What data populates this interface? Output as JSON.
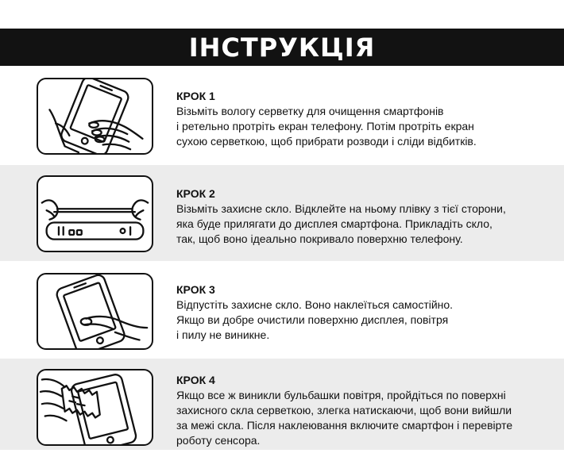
{
  "header": {
    "title": "ІНСТРУКЦІЯ",
    "background": "#121212",
    "text_color": "#ffffff"
  },
  "colors": {
    "shaded_row": "#ececec",
    "text": "#111111"
  },
  "steps": [
    {
      "title": "КРОК 1",
      "icon": "phone-wipe-icon",
      "lines": [
        "Візьміть вологу серветку для очищення смартфонів",
        "і ретельно протріть екран телефону. Потім протріть екран",
        "сухою серветкою, щоб прибрати розводи і сліди відбитків."
      ]
    },
    {
      "title": "КРОК 2",
      "icon": "glass-align-icon",
      "lines": [
        "Візьміть захисне скло. Відклейте на ньому плівку з тієї сторони,",
        "яка буде прилягати до дисплея смартфона. Прикладіть скло,",
        "так, щоб воно ідеально покривало поверхню телефону."
      ]
    },
    {
      "title": "КРОК 3",
      "icon": "glass-release-icon",
      "lines": [
        "Відпустіть захисне скло. Воно наклеїться самостійно.",
        "Якщо ви добре очистили поверхню дисплея, повітря",
        "і пилу не виникне."
      ]
    },
    {
      "title": "КРОК 4",
      "icon": "bubble-removal-icon",
      "lines": [
        "Якщо все ж виникли бульбашки повітря, пройдіться по поверхні",
        "захисного скла серветкою, злегка натискаючи, щоб вони вийшли",
        "за межі скла. Після наклеювання включите смартфон і перевірте",
        "роботу сенсора."
      ]
    }
  ]
}
